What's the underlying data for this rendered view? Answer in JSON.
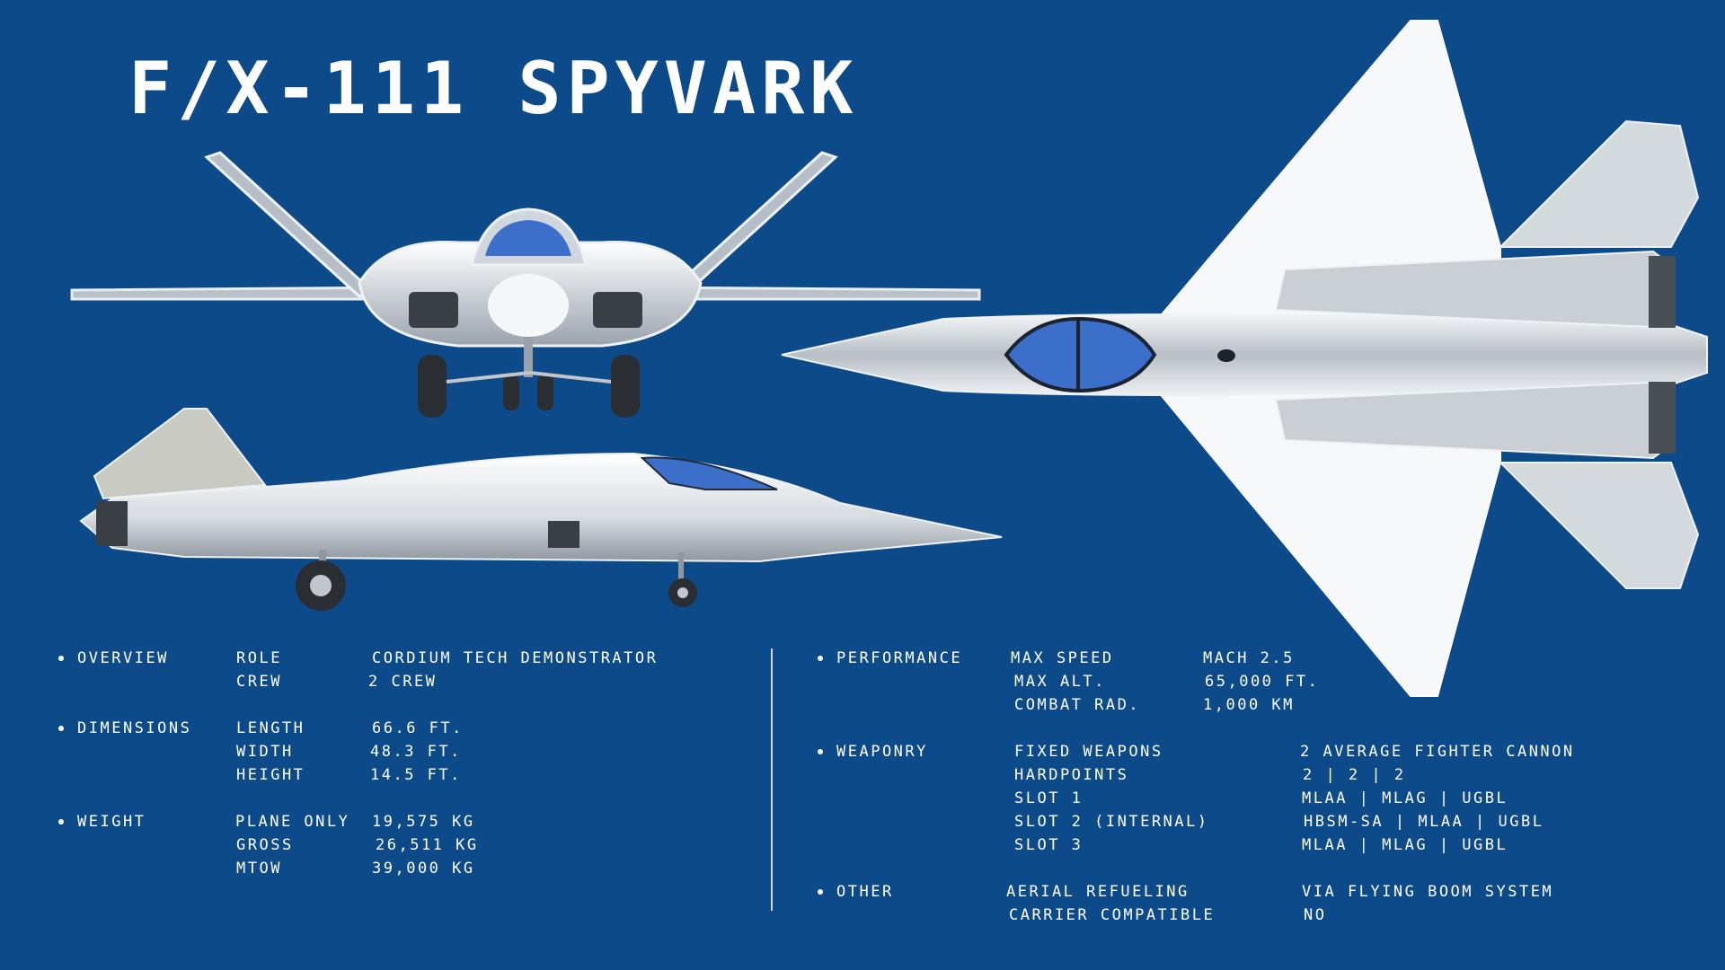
{
  "title": "F/X-111  SPYVARK",
  "colors": {
    "background": "#0d4a89",
    "text": "#ffffff",
    "airframe": "#e3e7ec",
    "canopy": "#3c6fc9"
  },
  "views": {
    "front": "front-view",
    "side": "side-view",
    "top": "top-view"
  },
  "specs": {
    "overview": {
      "label": "OVERVIEW",
      "rows": [
        {
          "key": "ROLE",
          "value": "CORDIUM TECH DEMONSTRATOR"
        },
        {
          "key": "CREW",
          "value": "2 CREW"
        }
      ]
    },
    "dimensions": {
      "label": "DIMENSIONS",
      "rows": [
        {
          "key": "LENGTH",
          "value": "66.6 FT."
        },
        {
          "key": "WIDTH",
          "value": "48.3 FT."
        },
        {
          "key": "HEIGHT",
          "value": "14.5  FT."
        }
      ]
    },
    "weight": {
      "label": "WEIGHT",
      "rows": [
        {
          "key": "PLANE ONLY",
          "value": "19,575  KG"
        },
        {
          "key": "GROSS",
          "value": "26,511  KG"
        },
        {
          "key": "MTOW",
          "value": "39,000 KG"
        }
      ]
    },
    "performance": {
      "label": "PERFORMANCE",
      "rows": [
        {
          "key": "MAX SPEED",
          "value": "MACH 2.5"
        },
        {
          "key": "MAX ALT.",
          "value": "65,000 FT."
        },
        {
          "key": "COMBAT RAD.",
          "value": "1,000 KM"
        }
      ]
    },
    "weaponry": {
      "label": "WEAPONRY",
      "rows": [
        {
          "key": "FIXED WEAPONS",
          "value": "2 AVERAGE FIGHTER CANNON"
        },
        {
          "key": "HARDPOINTS",
          "value": "2 | 2 | 2"
        },
        {
          "key": "SLOT 1",
          "value": "MLAA | MLAG | UGBL"
        },
        {
          "key": "SLOT 2 (INTERNAL)",
          "value": "HBSM-SA | MLAA | UGBL"
        },
        {
          "key": "SLOT 3",
          "value": "MLAA | MLAG | UGBL"
        }
      ]
    },
    "other": {
      "label": "OTHER",
      "rows": [
        {
          "key": "AERIAL REFUELING",
          "value": "VIA FLYING BOOM SYSTEM"
        },
        {
          "key": "CARRIER COMPATIBLE",
          "value": "NO"
        }
      ]
    }
  }
}
